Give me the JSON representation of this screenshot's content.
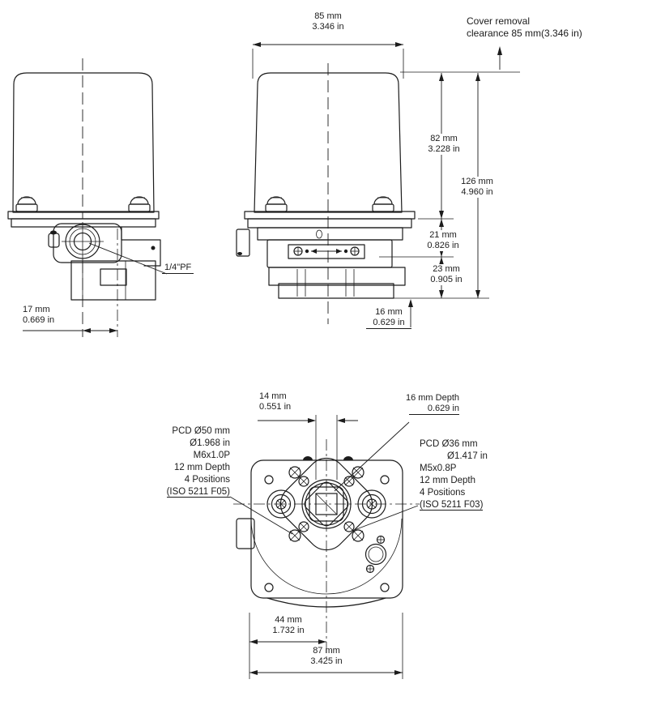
{
  "page": {
    "background": "#ffffff",
    "ink_color": "#1c1c1c"
  },
  "dimensions": {
    "d85": {
      "mm": "85 mm",
      "in": "3.346 in"
    },
    "d82": {
      "mm": "82 mm",
      "in": "3.228 in"
    },
    "d126": {
      "mm": "126 mm",
      "in": "4.960 in"
    },
    "d21": {
      "mm": "21 mm",
      "in": "0.826 in"
    },
    "d23": {
      "mm": "23 mm",
      "in": "0.905 in"
    },
    "d16_side": {
      "mm": "16 mm",
      "in": "0.629 in"
    },
    "d17": {
      "mm": "17 mm",
      "in": "0.669 in"
    },
    "d14": {
      "mm": "14 mm",
      "in": "0.551 in"
    },
    "d44": {
      "mm": "44 mm",
      "in": "1.732 in"
    },
    "d87": {
      "mm": "87 mm",
      "in": "3.425 in"
    }
  },
  "notes": {
    "cover_removal": {
      "line1": "Cover removal",
      "line2": "clearance 85 mm(3.346 in)"
    },
    "port": "1/4\"PF",
    "depth16": {
      "line1": "16 mm Depth",
      "line2": "0.629 in"
    },
    "pcd50": {
      "l1": "PCD Ø50 mm",
      "l2": "Ø1.968 in",
      "l3": "M6x1.0P",
      "l4": "12 mm Depth",
      "l5": "4 Positions",
      "l6": "(ISO 5211 F05)"
    },
    "pcd36": {
      "l1": "PCD Ø36 mm",
      "l2": "Ø1.417 in",
      "l3": "M5x0.8P",
      "l4": "12 mm Depth",
      "l5": "4 Positions",
      "l6": "(ISO 5211 F03)"
    }
  }
}
